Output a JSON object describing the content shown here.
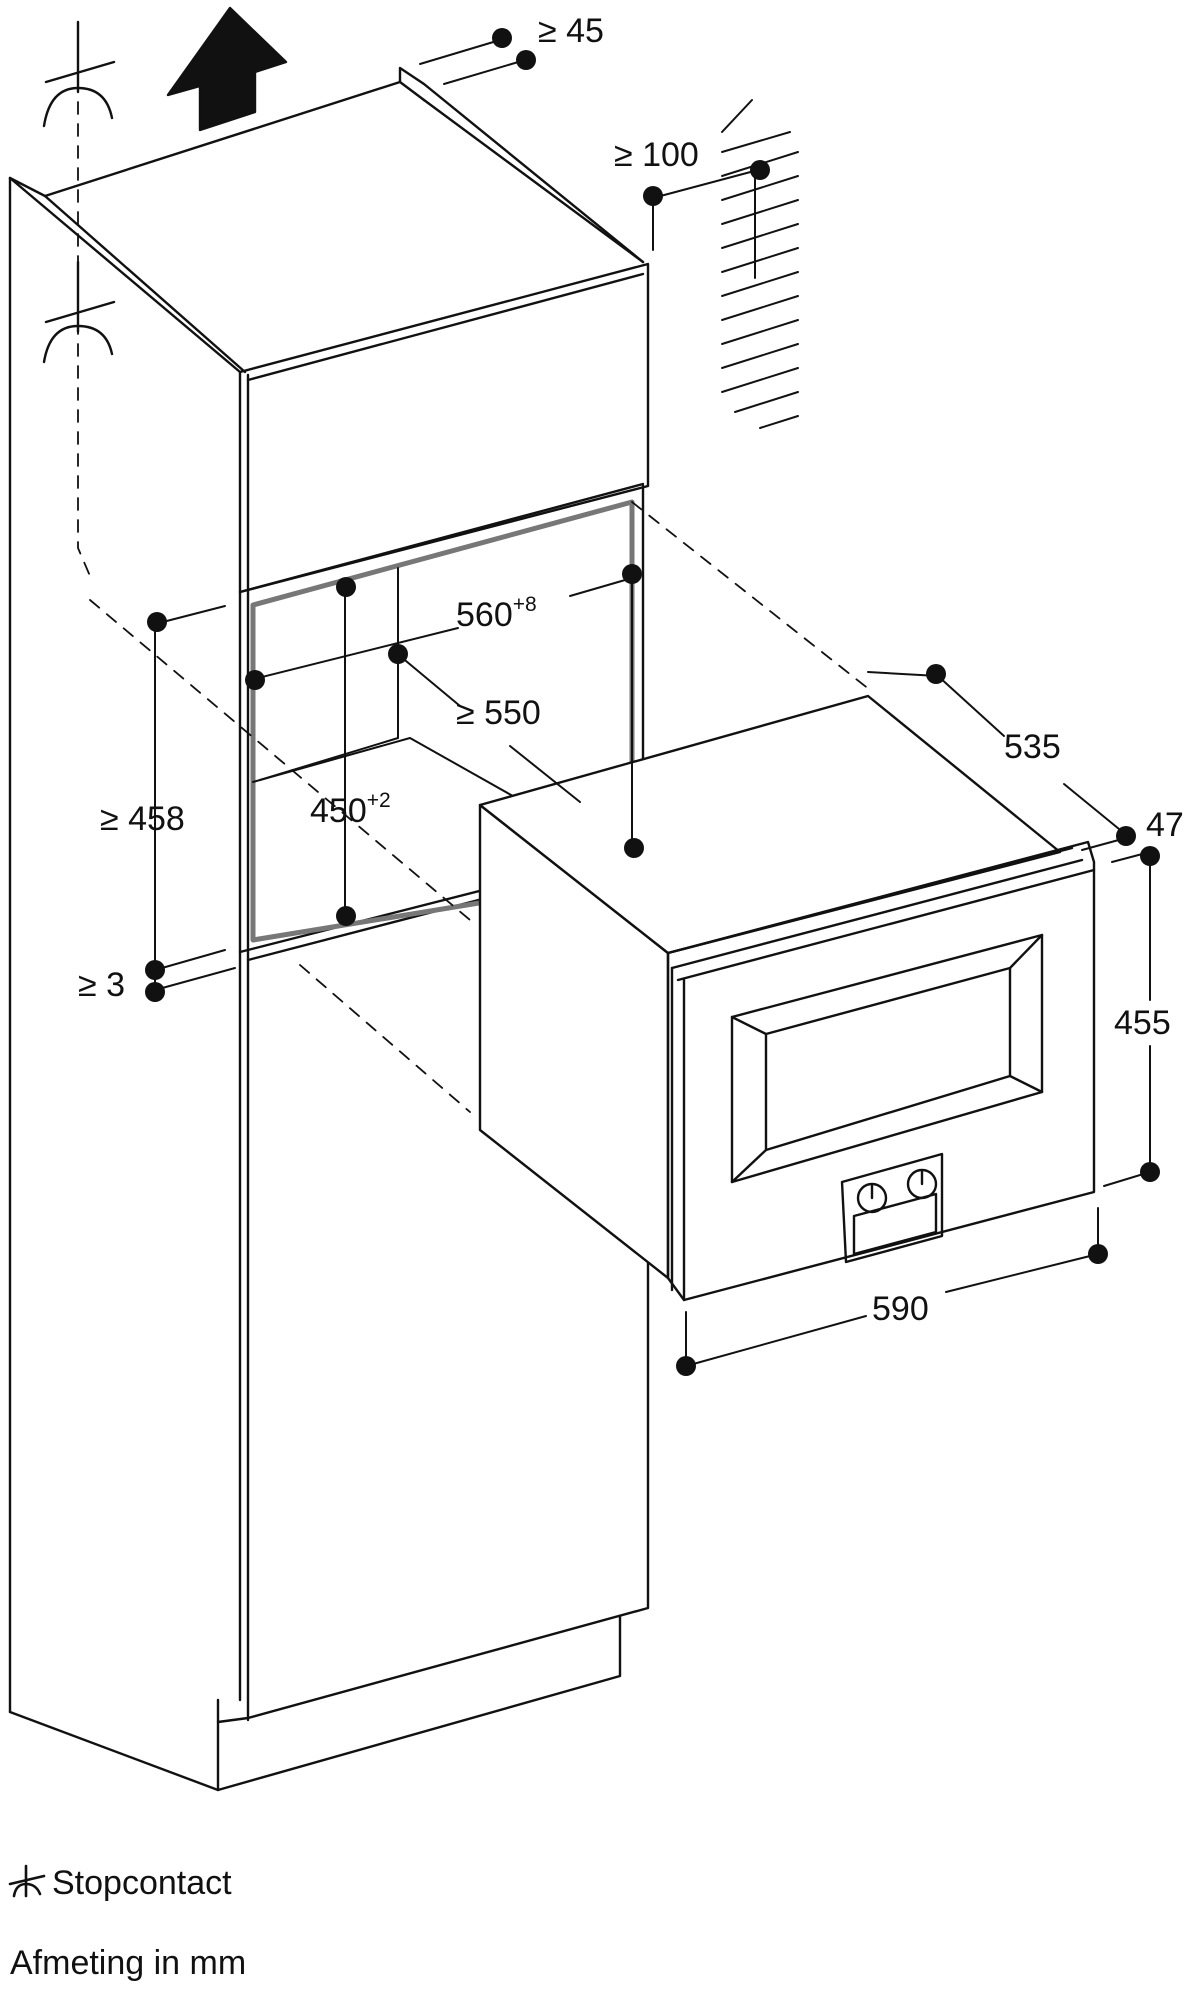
{
  "dimensions": {
    "top_gap": "≥ 45",
    "wall_gap": "≥ 100",
    "niche_width": {
      "value": "560",
      "tolerance": "+8"
    },
    "niche_depth": "≥ 550",
    "niche_height": {
      "value": "450",
      "tolerance": "+2"
    },
    "min_height": "≥ 458",
    "bottom_gap": "≥ 3",
    "appliance_depth": "535",
    "front_depth": "47",
    "appliance_height": "455",
    "appliance_width": "590"
  },
  "legend": {
    "socket_label": "Stopcontact",
    "units_note": "Afmeting in mm"
  },
  "icons": {
    "socket": "socket-icon",
    "airflow": "up-arrow-icon"
  },
  "colors": {
    "line": "#111111",
    "niche_frame": "#777777",
    "background": "#ffffff"
  }
}
